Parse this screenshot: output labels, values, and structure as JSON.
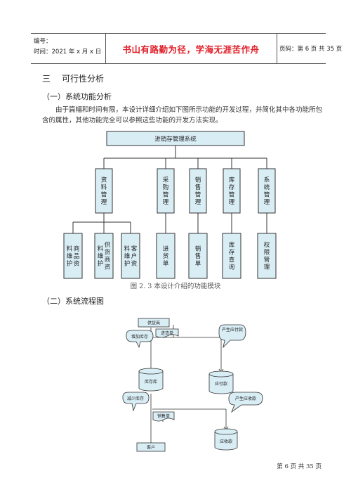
{
  "header": {
    "label_no": "编号：",
    "time": "时间：2021 年 x 月 x 日",
    "motto": "书山有路勤为径，学海无涯苦作舟",
    "page_info": "页码：第 6 页 共 35 页"
  },
  "section": {
    "number": "三",
    "title": "可行性分析"
  },
  "sub1": "（一）系统功能分析",
  "paragraph": "由于篇幅和时间有限，本设计详细介绍如下图所示功能的开发过程，并简化其中各功能所包含的属性，其他功能完全可以参照这些功能的开发方法实现。",
  "module_chart": {
    "root": "进销存管理系统",
    "groups": [
      "资料管理",
      "采购管理",
      "销售管理",
      "库存管理",
      "系统管理"
    ],
    "leaves": [
      "商品资料维护",
      "供货商资料维护",
      "客户资料维护",
      "进货单",
      "销售单",
      "库存查询",
      "权限管理"
    ]
  },
  "caption": "图 2. 3 本设计介绍的功能模块",
  "sub2": "（二）系统流程图",
  "flow": {
    "supplier": "供货商",
    "purchase_order": "进货单",
    "add_stock": "增加库存",
    "payable_gen": "产生应付款",
    "inventory": "库存库",
    "payable": "应付款",
    "reduce_stock": "减少库存",
    "receivable_gen": "产生应收款",
    "sales_order": "销售单",
    "customer": "客户",
    "receivable": "应收款"
  },
  "footer": "第 6 页 共 35 页"
}
